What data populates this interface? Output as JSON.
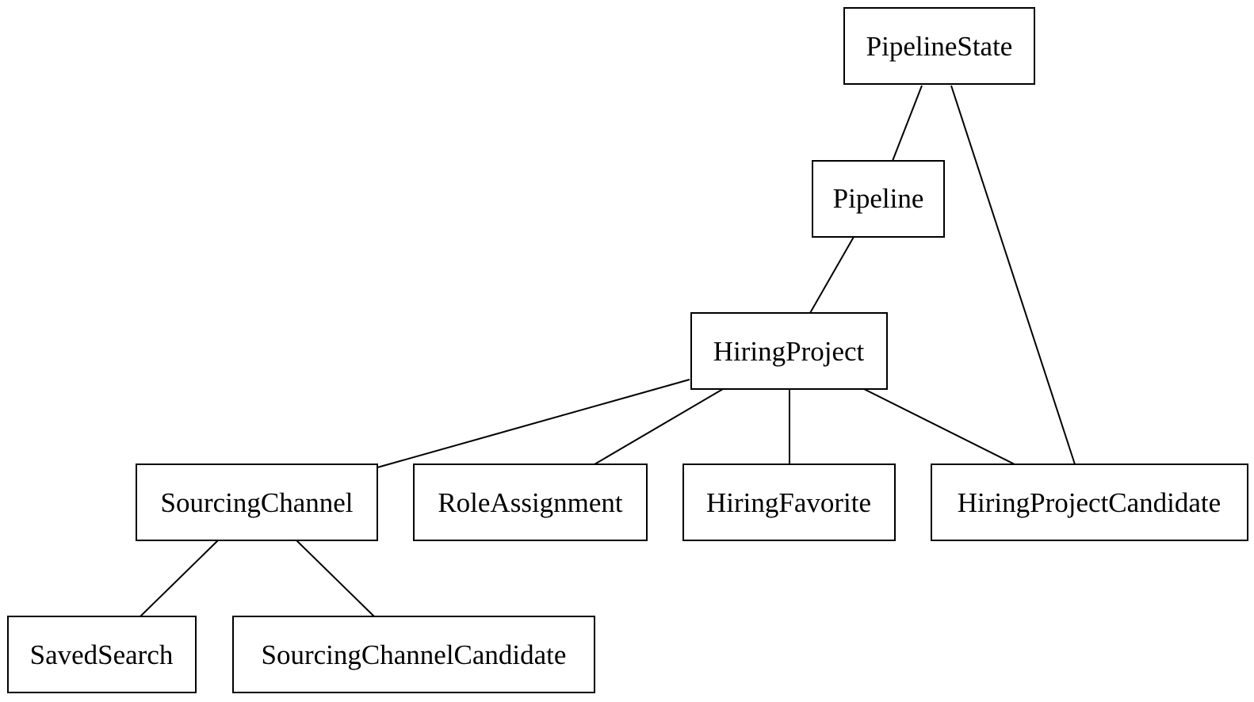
{
  "diagram": {
    "nodes": {
      "pipeline_state": "PipelineState",
      "pipeline": "Pipeline",
      "hiring_project": "HiringProject",
      "sourcing_channel": "SourcingChannel",
      "role_assignment": "RoleAssignment",
      "hiring_favorite": "HiringFavorite",
      "hiring_project_candidate": "HiringProjectCandidate",
      "saved_search": "SavedSearch",
      "sourcing_channel_candidate": "SourcingChannelCandidate"
    },
    "edges": [
      [
        "pipeline_state",
        "pipeline"
      ],
      [
        "pipeline_state",
        "hiring_project_candidate"
      ],
      [
        "pipeline",
        "hiring_project"
      ],
      [
        "hiring_project",
        "sourcing_channel"
      ],
      [
        "hiring_project",
        "role_assignment"
      ],
      [
        "hiring_project",
        "hiring_favorite"
      ],
      [
        "hiring_project",
        "hiring_project_candidate"
      ],
      [
        "sourcing_channel",
        "saved_search"
      ],
      [
        "sourcing_channel",
        "sourcing_channel_candidate"
      ]
    ]
  }
}
